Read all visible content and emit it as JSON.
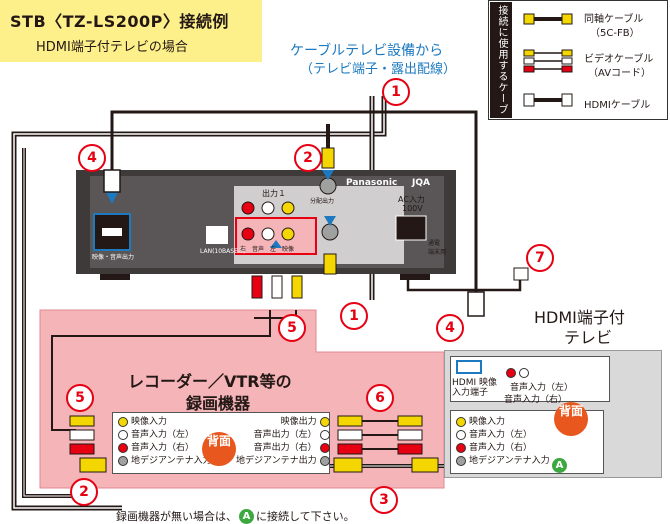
{
  "title": {
    "main": "STB〈TZ-LS200P〉接続例",
    "sub": "HDMI端子付テレビの場合"
  },
  "cable_source": {
    "line1": "ケーブルテレビ設備から",
    "line2": "（テレビ端子・露出配線）"
  },
  "legend": {
    "heading": "接続に使用するケーブル",
    "items": [
      {
        "label": "同軸ケーブル",
        "sub": "（5C-FB）"
      },
      {
        "label": "ビデオケーブル",
        "sub": "（AVコード）"
      },
      {
        "label": "HDMIケーブル",
        "sub": ""
      }
    ]
  },
  "stb": {
    "brand": "Panasonic",
    "jqa": "JQA",
    "output_label": "出力１",
    "ac_label": "AC入力",
    "voltage": "100V",
    "lan": "LAN(10BASE-T)",
    "hdmi_label": "映像・音声出力",
    "rf_out_label": "分配出力",
    "outlet_label": "通電\n端末用",
    "audio_labels": [
      "右",
      "音声",
      "左",
      "映像"
    ]
  },
  "numbers": {
    "n1_top": "1",
    "n1_mid": "1",
    "n2_top": "2",
    "n2_bottom": "2",
    "n3": "3",
    "n4_left": "4",
    "n4_right": "4",
    "n5_mid": "5",
    "n5_left": "5",
    "n6": "6",
    "n7": "7"
  },
  "recorder": {
    "title_line1": "レコーダー／VTR等の",
    "title_line2": "録画機器",
    "back_label": "背面",
    "inputs": [
      "映像入力",
      "音声入力（左）",
      "音声入力（右）",
      "地デジアンテナ入力"
    ],
    "outputs": [
      "映像出力",
      "音声出力（左）",
      "音声出力（右）",
      "地デジアンテナ出力"
    ]
  },
  "tv": {
    "title_line1": "HDMI端子付",
    "title_line2": "テレビ",
    "hdmi_label_line1": "HDMI 映像",
    "hdmi_label_line2": "入力端子",
    "audio_l": "音声入力（左）",
    "audio_r": "音声入力（右）",
    "inputs": [
      "映像入力",
      "音声入力（左）",
      "音声入力（右）",
      "地デジアンテナ入力"
    ],
    "back_label": "背面",
    "a_marker": "A"
  },
  "footer": {
    "before": "録画機器が無い場合は、",
    "marker": "A",
    "after": "に接続して下さい。"
  },
  "colors": {
    "red": "#e60012",
    "pink": "#f4b4b8",
    "yellow": "#f4d600",
    "blue": "#1d7ac0",
    "green": "#3ca83f",
    "orange": "#e8571d"
  }
}
